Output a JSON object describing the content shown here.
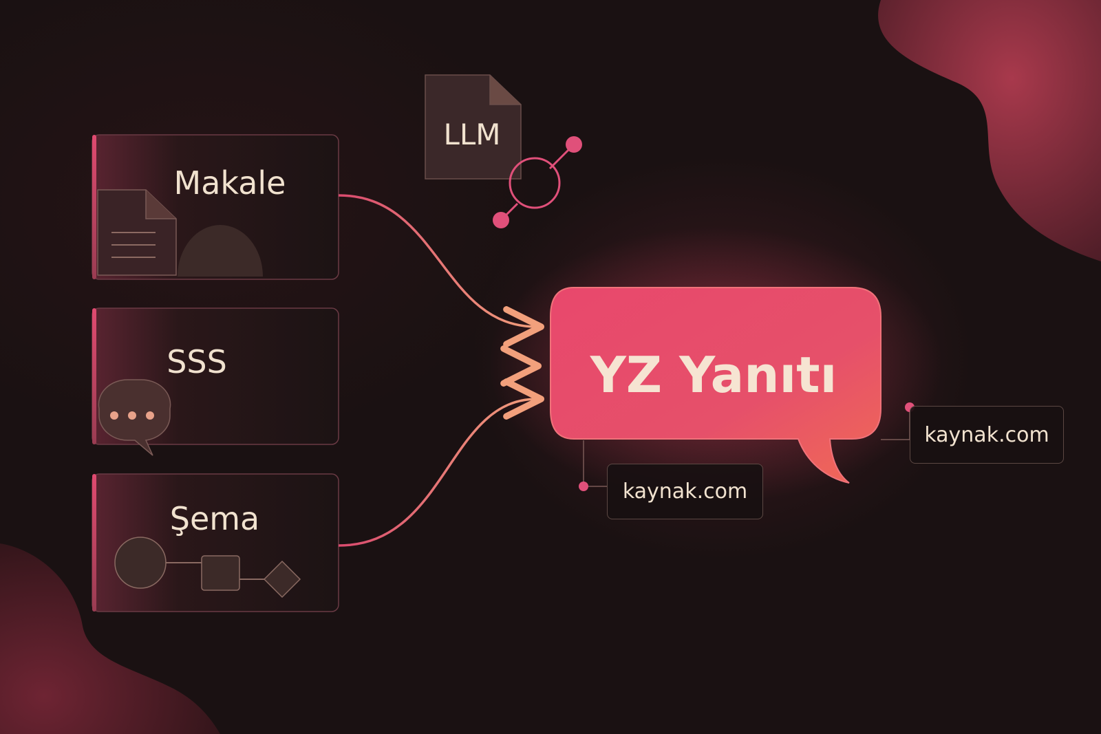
{
  "cards": {
    "article": {
      "label": "Makale"
    },
    "faq": {
      "label": "SSS"
    },
    "diagram": {
      "label": "Şema"
    }
  },
  "llm": {
    "label": "LLM"
  },
  "answer": {
    "label": "YZ Yanıtı"
  },
  "sources": {
    "left": {
      "label": "kaynak.com"
    },
    "right": {
      "label": "kaynak.com"
    }
  },
  "colors": {
    "background": "#1a1112",
    "accent": "#e24a6a",
    "accent_light": "#f08a74",
    "text": "#f1e2cf",
    "card_border": "#8a5060"
  }
}
